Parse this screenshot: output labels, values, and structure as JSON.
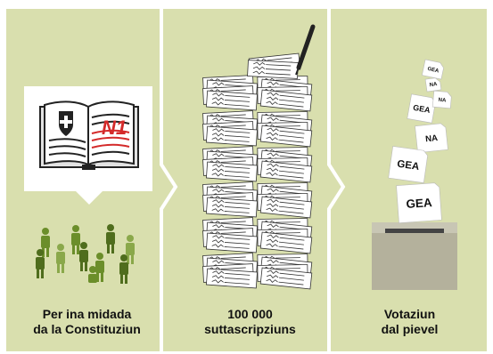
{
  "steps": [
    {
      "caption_line1": "Per ina midada",
      "caption_line2": "da la Constituziun",
      "icon": "constitution-book-icon"
    },
    {
      "caption_line1": "100 000",
      "caption_line2": "suttascripziuns",
      "icon": "signature-stack-icon"
    },
    {
      "caption_line1": "Votaziun",
      "caption_line2": "dal pievel",
      "icon": "ballot-box-icon"
    }
  ],
  "book": {
    "page_mark": "N1"
  },
  "ballots": [
    "GEA",
    "NA",
    "GEA",
    "NA",
    "GEA",
    "NA",
    "GEA"
  ],
  "colors": {
    "panel_bg": "#d9dfae",
    "divider": "#ffffff",
    "people_green": "#6b8e2a",
    "ink_red": "#d42a2a",
    "ballot_box": "#b4b19c"
  }
}
